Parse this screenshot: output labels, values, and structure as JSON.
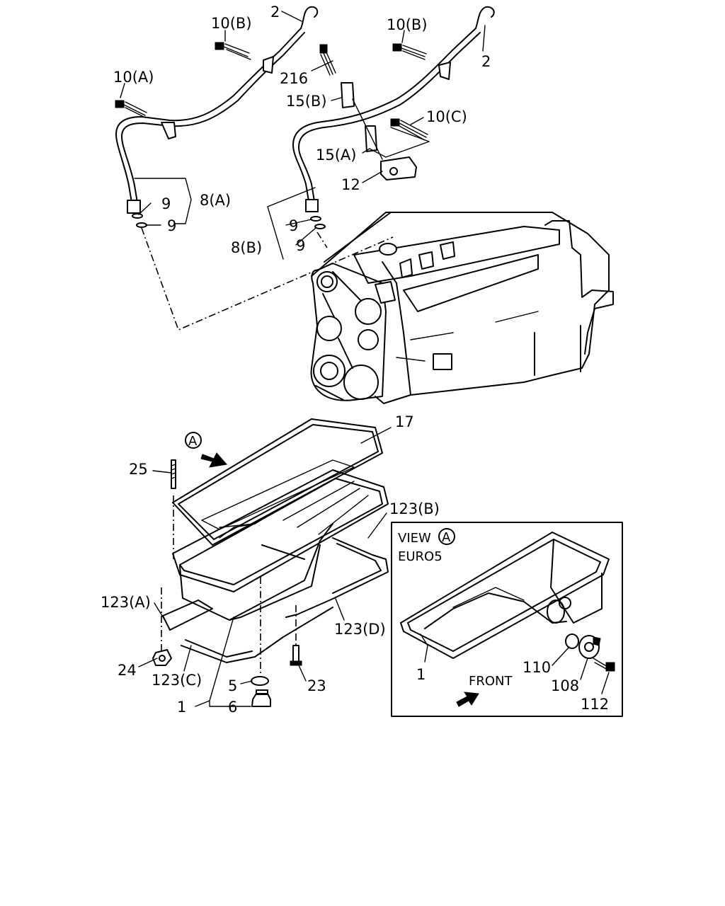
{
  "labels": {
    "l_10b_left": "10(B)",
    "l_2_left": "2",
    "l_10a": "10(A)",
    "l_10b_right": "10(B)",
    "l_2_right": "2",
    "l_216": "216",
    "l_15b": "15(B)",
    "l_10c": "10(C)",
    "l_15a": "15(A)",
    "l_12": "12",
    "l_9_a": "9",
    "l_8a": "8(A)",
    "l_9_b": "9",
    "l_9_c": "9",
    "l_8b": "8(B)",
    "l_9_d": "9",
    "l_17": "17",
    "l_25": "25",
    "l_123b": "123(B)",
    "l_123a": "123(A)",
    "l_123d": "123(D)",
    "l_24": "24",
    "l_123c": "123(C)",
    "l_5": "5",
    "l_23": "23",
    "l_1": "1",
    "l_6": "6"
  },
  "view_a": {
    "title_prefix": "VIEW",
    "marker": "A",
    "variant": "EURO5",
    "front": "FRONT",
    "l_1": "1",
    "l_110": "110",
    "l_108": "108",
    "l_112": "112"
  },
  "view_marker": "A"
}
